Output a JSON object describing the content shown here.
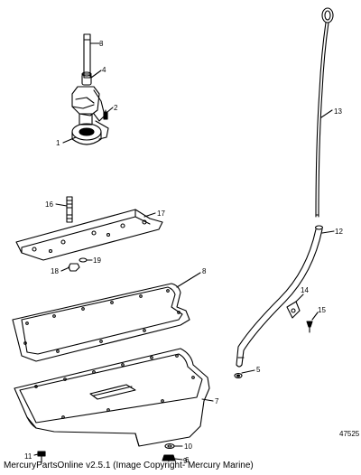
{
  "callouts": [
    "1",
    "2",
    "3",
    "4",
    "5",
    "6",
    "7",
    "8",
    "9",
    "10",
    "11",
    "12",
    "13",
    "14",
    "15",
    "16",
    "17",
    "18",
    "19"
  ],
  "drawing_number": "47525",
  "footer": "MercuryPartsOnline v2.5.1 (Image Copyright- Mercury Marine)"
}
